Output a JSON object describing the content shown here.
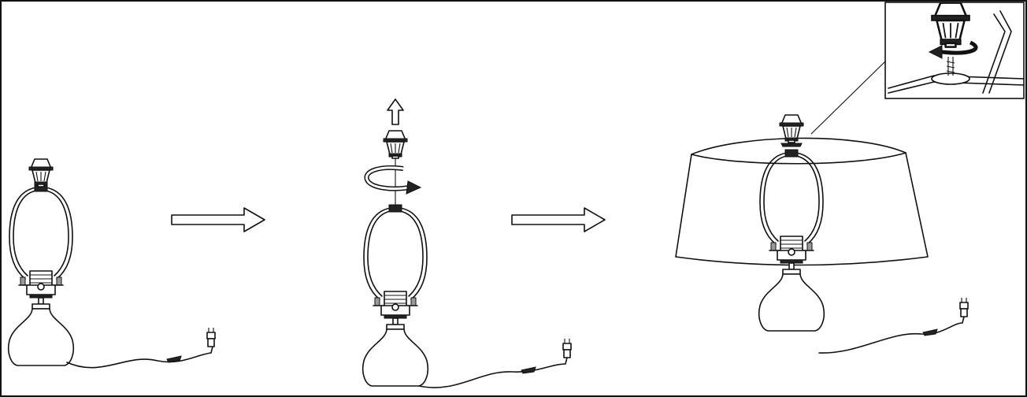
{
  "diagram": {
    "steps": [
      {
        "id": "step-1",
        "parts": [
          "finial",
          "harp",
          "socket",
          "base",
          "cord",
          "plug"
        ]
      },
      {
        "id": "step-2",
        "parts": [
          "finial",
          "harp",
          "socket",
          "base",
          "cord",
          "plug"
        ]
      },
      {
        "id": "step-3",
        "parts": [
          "finial",
          "lampshade",
          "harp",
          "socket",
          "base",
          "cord",
          "plug",
          "detail-inset"
        ]
      }
    ],
    "arrows": [
      {
        "from": "step-1",
        "to": "step-2"
      },
      {
        "from": "step-2",
        "to": "step-3"
      }
    ],
    "colors": {
      "line": "#111111",
      "background": "#ffffff",
      "dark_fill": "#222222",
      "gray_fill": "#9a9a9a"
    },
    "icons": [
      "up-arrow-icon",
      "rotate-arrow-icon",
      "right-arrow-icon"
    ]
  }
}
